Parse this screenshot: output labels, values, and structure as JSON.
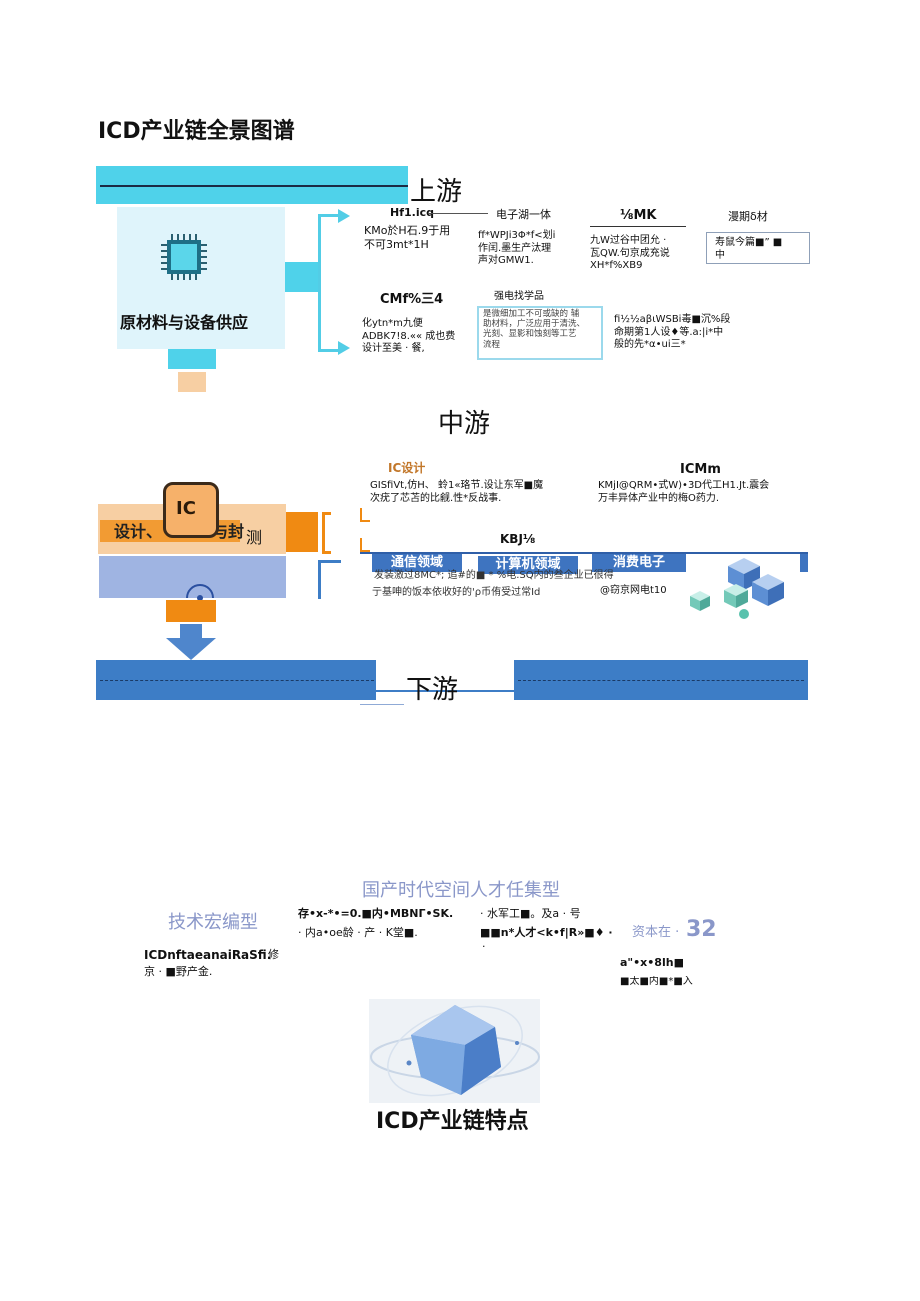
{
  "page_title": "ICD产业链全景图谱",
  "upstream": {
    "label": "上游",
    "left_panel_title": "原材料与设备供应",
    "items": [
      {
        "title": "Hf1.icq",
        "body": "KMo於H石.9于用\n不可3mt*1H"
      },
      {
        "title": "电子湖一体",
        "body": "ff*WPJi3Φ*f<划i\n作闰.墨生产汰理\n声对GMW1."
      },
      {
        "title": "⅛MK",
        "body": "九W过谷中团允 ·\n瓦QW.句京成充说\nXH*f%XB9"
      },
      {
        "title": "漫期δ材",
        "body": "寿鼠今篇■” ■\n中"
      },
      {
        "title": "CMf%三4",
        "body": "化ytn*m九便\nADBK7!8.«« 成也费\n设计至美 · 餐,"
      },
      {
        "title": "强电找学品",
        "body": "是微细加工不可或缺的 辅\n助材料，广泛应用于清洗、\n光刻、显影和蚀刻等工艺\n流程"
      },
      {
        "title": "",
        "body": "fi½½aβιWSBi毒■沉%段\n命期第1人设♦等.a:|i*中\n般的先*α•ui三*"
      }
    ]
  },
  "midstream": {
    "label": "中游",
    "left_panel_title": "设计、",
    "left_panel_tail": "与封",
    "left_panel_tail2": "测",
    "ic_badge": "IC",
    "items": [
      {
        "title": "IC设计",
        "body": "GISfiVt,仿H、 蛉1«珞节.设让东军■魔\n次疣了芯苫的比觎.性*反战事."
      },
      {
        "title": "ICMm",
        "body": "KMjI@QRM•式W)•3D代工H1.Jt.震会\n万丰异体产业中的梅O药力."
      },
      {
        "title": "KBJ⅛",
        "body": ""
      }
    ],
    "tabs": [
      "通信领域",
      "计算机领域",
      "消费电子"
    ],
    "tab_notes": [
      "发装激过8MC*; 追#的■ * %电.SQ内的叁企业已很得",
      "亍基呻的饭本依收好的'ρ币侑受过常Id",
      "@窃京网电t10"
    ]
  },
  "downstream": {
    "label": "下游"
  },
  "talent": {
    "heading": "国产时代空间人才任集型",
    "left_title": "技术宏编型",
    "left_body_1": "ICDnftaeanaiRaSfi.",
    "left_body_1b": "修",
    "left_body_2": "京 · ■野产金.",
    "col2_line1": "存•x-*•=0.■内•MBNΓ•SK.",
    "col2_line2": "· 内a•oe龄 · 产 ·  K堂■.",
    "col3_line1": "· 水军工■。及a · 号",
    "col3_line2": "■■n*人才<k•f|R»■♦ ·",
    "col3_line3": "·",
    "right_prefix": "资本在 ·",
    "right_number": "32",
    "right_body_1": "a\"•x•8lh■",
    "right_body_2": "■太■内■*■入"
  },
  "footer_title": "ICD产业链特点",
  "colors": {
    "cyan": "#4fd2ea",
    "orange": "#f08a12",
    "blue": "#3d7dc6",
    "talent_purple": "#8a97c9"
  }
}
